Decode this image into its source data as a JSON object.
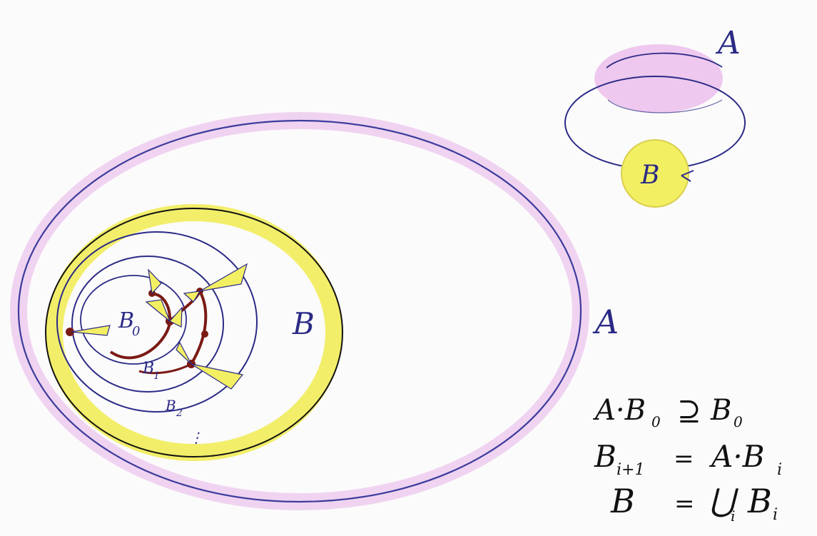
{
  "diagram": {
    "labels": {
      "big_a": "A",
      "small_a": "A",
      "small_b": "B",
      "big_b": "B",
      "b0": "B",
      "b0_sub": "0",
      "b1": "B",
      "b1_sub": "1",
      "b2": "B",
      "b2_sub": "2",
      "ellipsis": "⋮"
    },
    "formulas": {
      "line1_left": "A·B",
      "line1_left_sub": "0",
      "line1_rel": "⊇",
      "line1_right": "B",
      "line1_right_sub": "0",
      "line2_left": "B",
      "line2_left_sub": "i+1",
      "line2_eq": "=",
      "line2_right": "A·B",
      "line2_right_sub": "i",
      "line3_left": "B",
      "line3_eq": "=",
      "line3_union": "⋃",
      "line3_union_sub": "i",
      "line3_right": "B",
      "line3_right_sub": "i"
    },
    "colors": {
      "ink_blue": "#2b2a86",
      "ink_black": "#111111",
      "pink": "#e6a6e6",
      "yellow": "#f3ef63",
      "brown": "#7a1a14"
    }
  }
}
